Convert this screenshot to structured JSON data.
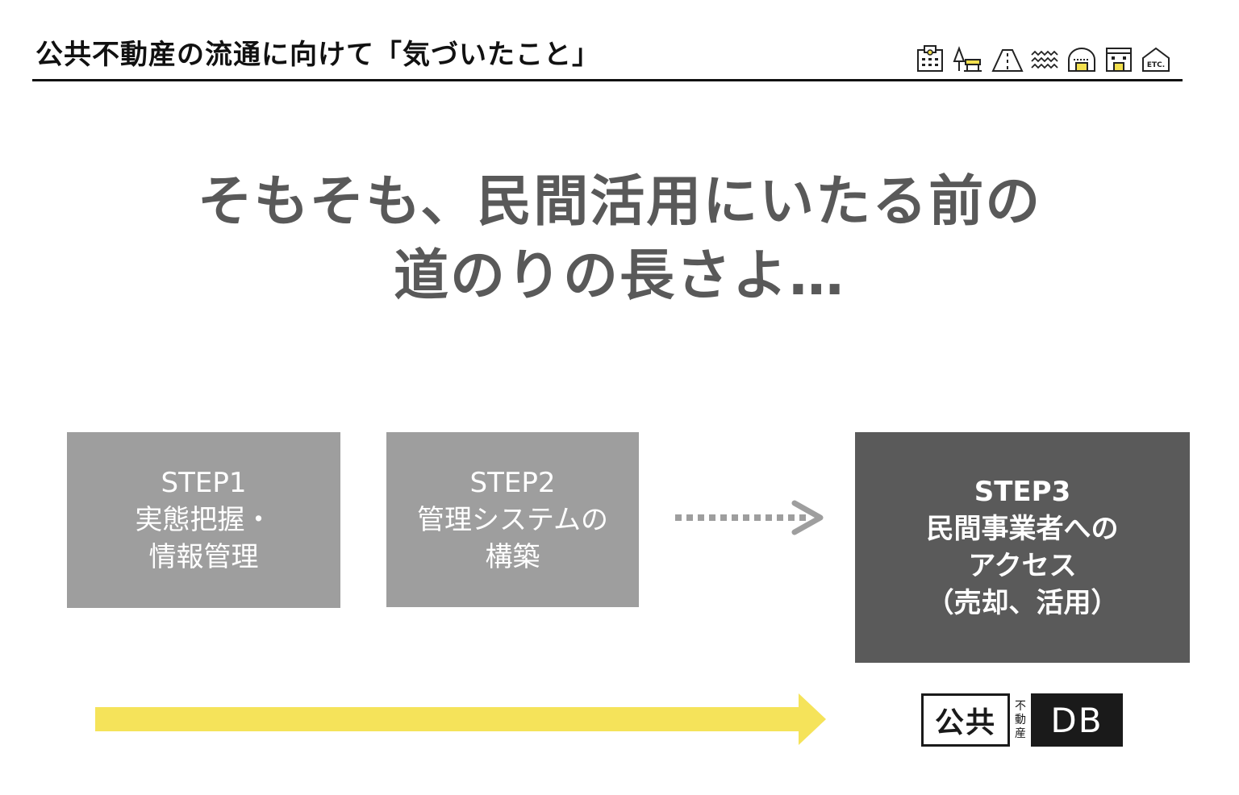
{
  "header": {
    "title": "公共不動産の流通に向けて「気づいたこと」",
    "icons": [
      "building-icon",
      "park-icon",
      "road-icon",
      "water-icon",
      "tunnel-icon",
      "shop-icon",
      "etc-house-icon"
    ],
    "etc_label": "ETC.",
    "accent_color": "#f3e04e"
  },
  "headline": {
    "line1": "そもそも、民間活用にいたる前の",
    "line2": "道のりの長さよ…"
  },
  "steps": [
    {
      "lines": [
        "STEP1",
        "実態把握・",
        "情報管理"
      ],
      "color": "#9e9e9e"
    },
    {
      "lines": [
        "STEP2",
        "管理システムの",
        "構築"
      ],
      "color": "#9e9e9e"
    },
    {
      "lines": [
        "STEP3",
        "民間事業者への",
        "アクセス",
        "（売却、活用）"
      ],
      "color": "#5a5a5a"
    }
  ],
  "progress_arrow_color": "#f5e35a",
  "logo": {
    "left": "公共",
    "middle": [
      "不",
      "動",
      "産"
    ],
    "right": "DB"
  }
}
